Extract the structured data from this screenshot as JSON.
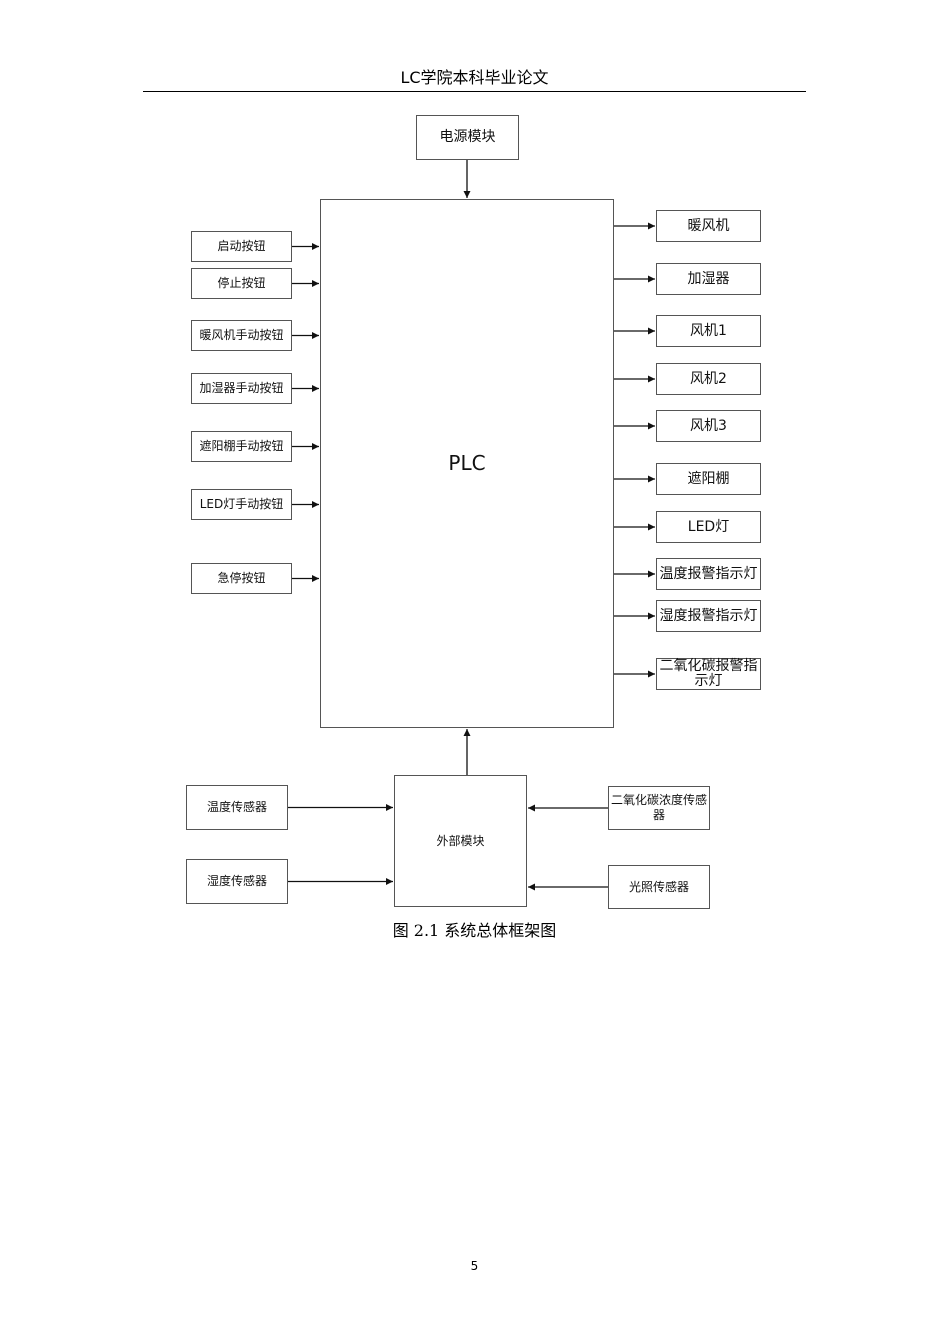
{
  "header": {
    "title": "LC学院本科毕业论文"
  },
  "diagram": {
    "power": "电源模块",
    "plc": "PLC",
    "external": "外部模块",
    "inputs": [
      "启动按钮",
      "停止按钮",
      "暖风机手动按钮",
      "加湿器手动按钮",
      "遮阳棚手动按钮",
      "LED灯手动按钮",
      "急停按钮"
    ],
    "outputs": [
      "暖风机",
      "加湿器",
      "风机1",
      "风机2",
      "风机3",
      "遮阳棚",
      "LED灯",
      "温度报警指示灯",
      "湿度报警指示灯",
      "二氧化碳报警指示灯"
    ],
    "sensors_left": [
      "温度传感器",
      "湿度传感器"
    ],
    "sensors_right": [
      "二氧化碳浓度传感器",
      "光照传感器"
    ]
  },
  "caption": "图 2.1 系统总体框架图",
  "page_number": "5"
}
